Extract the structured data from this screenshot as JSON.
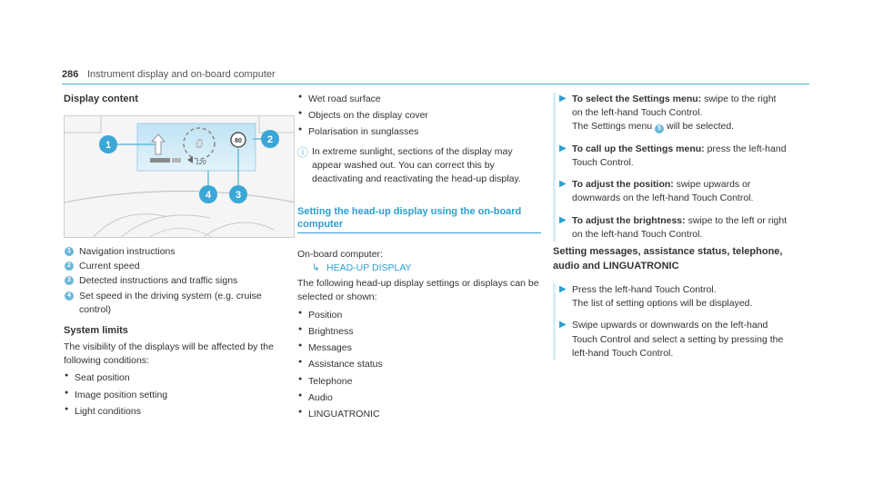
{
  "header": {
    "page_number": "286",
    "title": "Instrument display and on-board computer"
  },
  "col1": {
    "heading": "Display content",
    "figure": {
      "callouts": [
        "1",
        "2",
        "3",
        "4"
      ],
      "speed_limit": "80",
      "set_speed": "120"
    },
    "legend": [
      {
        "n": "1",
        "text": "Navigation instructions"
      },
      {
        "n": "2",
        "text": "Current speed"
      },
      {
        "n": "3",
        "text": "Detected instructions and traffic signs"
      },
      {
        "n": "4",
        "text": "Set speed in the driving system (e.g. cruise control)"
      }
    ],
    "system_limits_heading": "System limits",
    "system_limits_intro": "The visibility of the displays will be affected by the following conditions:",
    "conditions": [
      "Seat position",
      "Image position setting",
      "Light conditions"
    ]
  },
  "col2": {
    "conditions": [
      "Wet road surface",
      "Objects on the display cover",
      "Polarisation in sunglasses"
    ],
    "note_icon": "info-icon",
    "note": "In extreme sunlight, sections of the display may appear washed out. You can correct this by deactivating and reactivating the head-up display.",
    "section_heading": "Setting the head-up display using the on-board computer",
    "onboard_label": "On-board computer:",
    "menu_path": "HEAD-UP DISPLAY",
    "intro": "The following head-up display settings or displays can be selected or shown:",
    "options": [
      "Position",
      "Brightness",
      "Messages",
      "Assistance status",
      "Telephone",
      "Audio",
      "LINGUATRONIC"
    ]
  },
  "col3": {
    "steps1": [
      {
        "bold": "To select the Settings menu:",
        "text": " swipe to the right on the left-hand Touch Control.",
        "text2a": "The Settings menu ",
        "badge": "5",
        "text2b": " will be selected."
      },
      {
        "bold": "To call up the Settings menu:",
        "text": " press the left-hand Touch Control."
      },
      {
        "bold": "To adjust the position:",
        "text": " swipe upwards or downwards on the left-hand Touch Control."
      },
      {
        "bold": "To adjust the brightness:",
        "text": " swipe to the left or right on the left-hand Touch Control."
      }
    ],
    "subheading": "Setting messages, assistance status, telephone, audio and LINGUATRONIC",
    "steps2": [
      {
        "text": "Press the left-hand Touch Control.",
        "text2": "The list of setting options will be displayed."
      },
      {
        "text": "Swipe upwards or downwards on the left-hand Touch Control and select a setting by pressing the left-hand Touch Control."
      }
    ]
  }
}
